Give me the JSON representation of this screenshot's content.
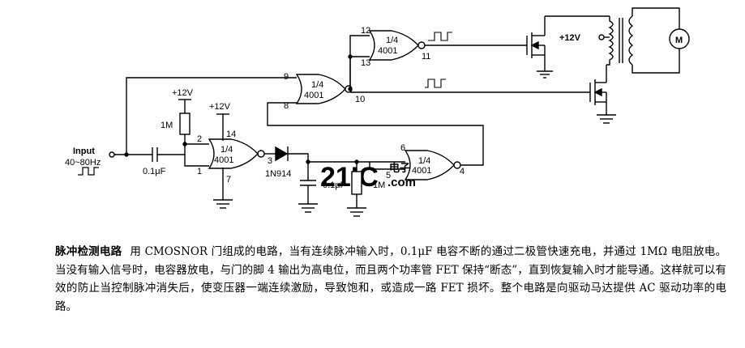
{
  "schematic": {
    "input_label": "Input",
    "input_freq": "40~80Hz",
    "cap_input": "0.1μF",
    "res_1m_a": "1M",
    "vcc_a": "+12V",
    "vcc_b": "+12V",
    "vcc_c": "+12V",
    "diode": "1N914",
    "cap_b": "0.1μF",
    "res_1m_b": "1M",
    "motor": "M",
    "gate_frac": "1/4",
    "gate_part": "4001",
    "gates": [
      {
        "pin_in_a": "2",
        "pin_in_b": "1",
        "pin_vdd": "14",
        "pin_gnd": "7",
        "pin_out": "3"
      },
      {
        "pin_in_a": "9",
        "pin_in_b": "8",
        "pin_out": "10"
      },
      {
        "pin_in_a": "12",
        "pin_in_b": "13",
        "pin_out": "11"
      },
      {
        "pin_in_a": "6",
        "pin_in_b": "5",
        "pin_out": "4"
      }
    ],
    "watermark_main": "21IC",
    "watermark_sub_top": "电子网",
    "watermark_sub_bottom": ".com"
  },
  "caption": {
    "title": "脉冲检测电路",
    "body": "用 CMOSNOR 门组成的电路，当有连续脉冲输入时，0.1μF 电容不断的通过二极管快速充电，并通过 1MΩ 电阻放电。当没有输入信号时，电容器放电，与门的脚 4 输出为高电位，而且两个功率管 FET 保持“断态”，直到恢复输入时才能导通。这样就可以有效的防止当控制脉冲消失后，使变压器一端连续激励，导致饱和，或造成一路 FET 损坏。整个电路是向驱动马达提供 AC 驱动功率的电路。"
  },
  "colors": {
    "ink": "#000000",
    "watermark": "#f0c4cc"
  }
}
